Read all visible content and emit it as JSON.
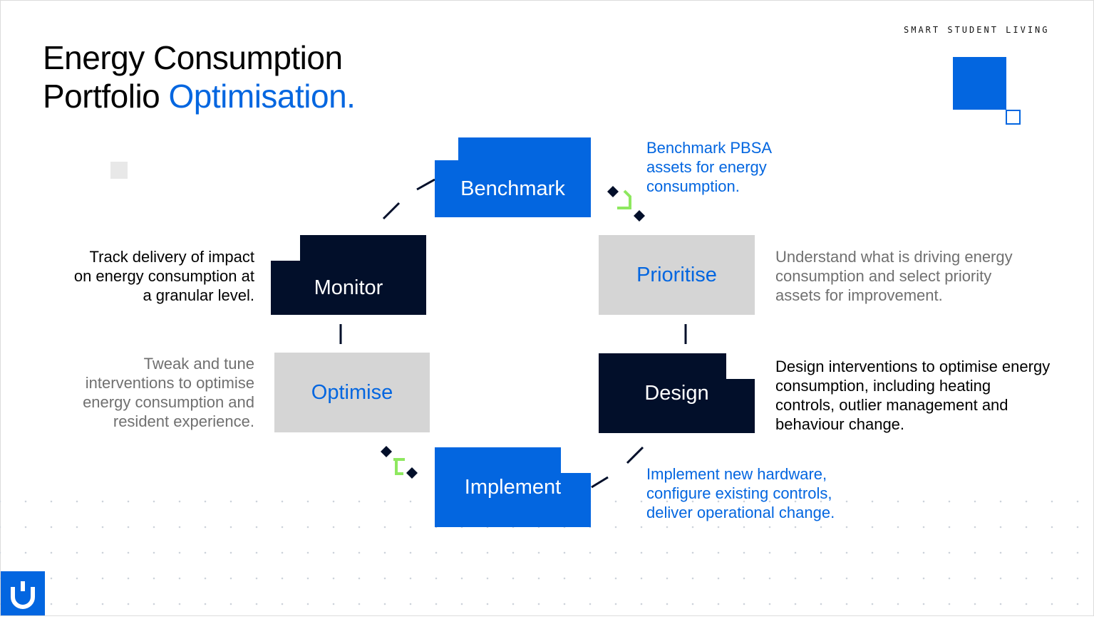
{
  "header": {
    "title_line1": "Energy Consumption",
    "title_line2_lead": "Portfolio ",
    "title_line2_accent": "Optimisation.",
    "brand": "SMART STUDENT LIVING"
  },
  "colors": {
    "accent": "#0366e0",
    "navy": "#020f2a",
    "grey": "#d5d5d5",
    "green": "#8ee85f"
  },
  "stages": {
    "benchmark": {
      "label": "Benchmark",
      "description": "Benchmark PBSA assets for energy consumption."
    },
    "prioritise": {
      "label": "Prioritise",
      "description": "Understand what is driving energy consumption and select priority assets for improvement."
    },
    "design": {
      "label": "Design",
      "description": "Design interventions to optimise energy consumption, including heating controls, outlier management and behaviour change."
    },
    "implement": {
      "label": "Implement",
      "description": "Implement new hardware, configure existing controls, deliver operational change."
    },
    "optimise": {
      "label": "Optimise",
      "description": "Tweak and tune interventions to optimise energy consumption and resident experience."
    },
    "monitor": {
      "label": "Monitor",
      "description": "Track delivery of impact on energy consumption at a granular level."
    }
  },
  "icons": {
    "logo": "brand-logo-icon",
    "connector_arrows": "cycle-arrow-icon"
  }
}
